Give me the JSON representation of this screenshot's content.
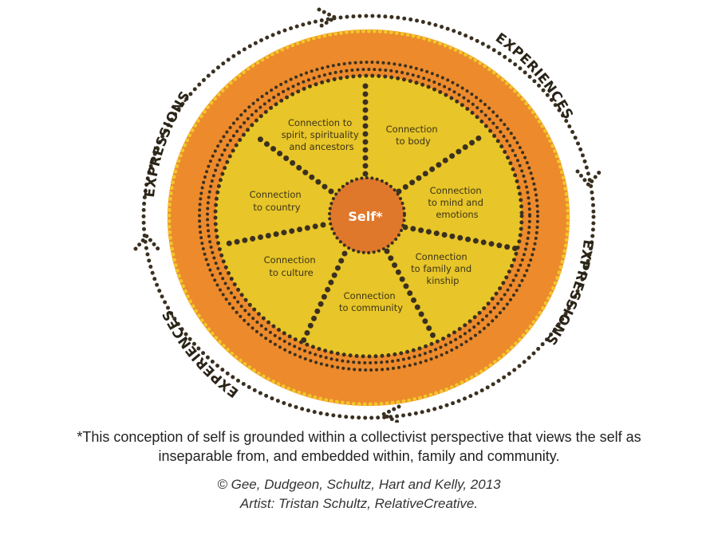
{
  "diagram": {
    "center_label": "Self*",
    "sectors": [
      {
        "lines": [
          "Connection to",
          "spirit, spirituality",
          "and ancestors"
        ]
      },
      {
        "lines": [
          "Connection",
          "to body"
        ]
      },
      {
        "lines": [
          "Connection",
          "to mind and",
          "emotions"
        ]
      },
      {
        "lines": [
          "Connection",
          "to family and",
          "kinship"
        ]
      },
      {
        "lines": [
          "Connection",
          "to community"
        ]
      },
      {
        "lines": [
          "Connection",
          "to culture"
        ]
      },
      {
        "lines": [
          "Connection",
          "to country"
        ]
      }
    ],
    "ring_labels": {
      "upper_left": "EXPRESSIONS",
      "upper_right": "EXPERIENCES",
      "lower_right": "EXPRESSIONS",
      "lower_left": "EXPERIENCES"
    },
    "colors": {
      "outer": "#ec8a2c",
      "inner": "#e8c528",
      "self": "#e0782c",
      "dots": "#3a3020"
    }
  },
  "caption": {
    "line1": "*This conception of self is grounded within a collectivist perspective that views the self as",
    "line2": "inseparable from, and embedded within, family and community."
  },
  "credits": {
    "line1": "© Gee, Dudgeon, Schultz, Hart and Kelly, 2013",
    "line2": "Artist: Tristan Schultz, RelativeCreative."
  }
}
